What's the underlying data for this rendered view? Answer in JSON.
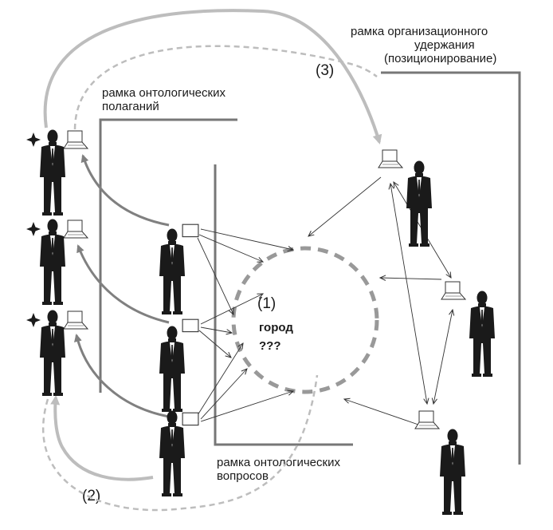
{
  "labels": {
    "frame_org_line1": "рамка организационного",
    "frame_org_line2": "удержания",
    "frame_org_line3": "(позиционирование)",
    "frame_onto_pol_line1": "рамка онтологических",
    "frame_onto_pol_line2": "полаганий",
    "frame_onto_q_line1": "рамка онтологических",
    "frame_onto_q_line2": "вопросов",
    "marker_1": "(1)",
    "marker_2": "(2)",
    "marker_3": "(3)",
    "center_line1": "город",
    "center_line2": "???"
  },
  "icons": {
    "person": "person-in-suit-icon",
    "laptop": "laptop-icon",
    "screen": "screen-icon",
    "star": "star-icon"
  },
  "colors": {
    "frame": "#777777",
    "arrow_dark": "#808080",
    "arrow_light": "#bdbdbd",
    "circle": "#999999",
    "figure": "#1a1a1a"
  }
}
